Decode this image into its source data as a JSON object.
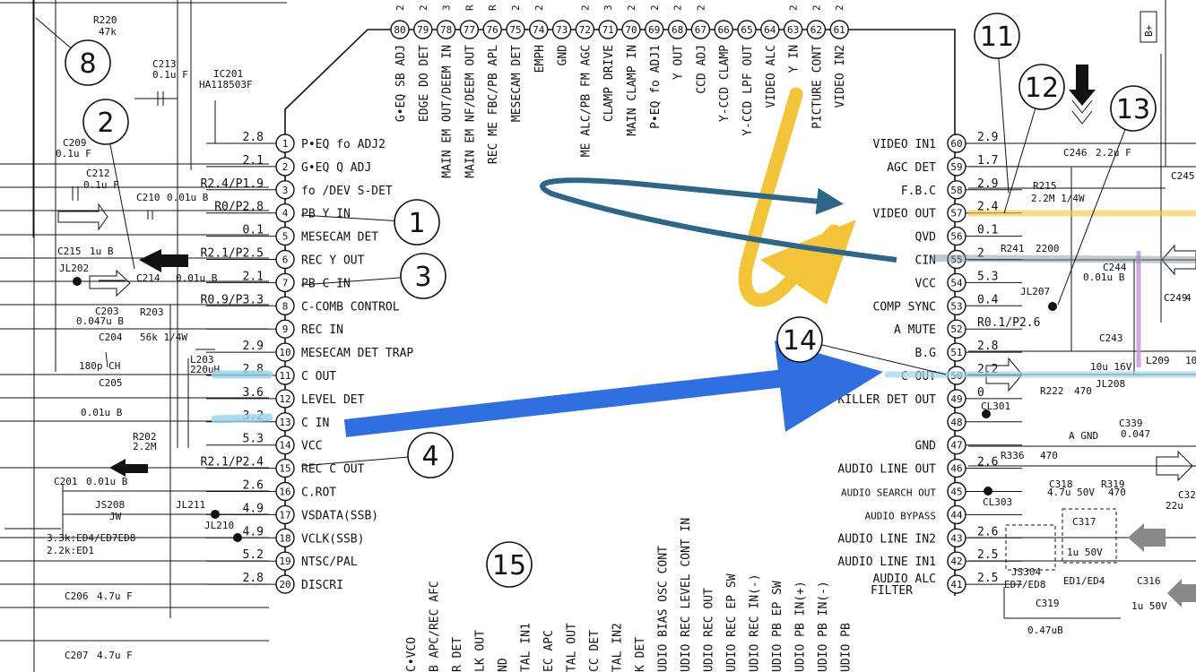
{
  "ic": {
    "ref": "IC201",
    "part": "HA118503F",
    "left_pins": [
      {
        "num": "1",
        "volt": "2.8",
        "label": "P•EQ fo ADJ2"
      },
      {
        "num": "2",
        "volt": "2.1",
        "label": "G•EQ Q ADJ"
      },
      {
        "num": "3",
        "volt": "R2.4/P1.9",
        "label": "fo /DEV S-DET"
      },
      {
        "num": "4",
        "volt": "R0/P2.8",
        "label": "PB Y IN"
      },
      {
        "num": "5",
        "volt": "0.1",
        "label": "MESECAM DET"
      },
      {
        "num": "6",
        "volt": "R2.1/P2.5",
        "label": "REC Y OUT"
      },
      {
        "num": "7",
        "volt": "2.1",
        "label": "PB C IN"
      },
      {
        "num": "8",
        "volt": "R0.9/P3.3",
        "label": "C-COMB CONTROL"
      },
      {
        "num": "9",
        "volt": "",
        "label": "REC IN"
      },
      {
        "num": "10",
        "volt": "2.9",
        "label": "MESECAM DET TRAP"
      },
      {
        "num": "11",
        "volt": "2.8",
        "label": "C OUT"
      },
      {
        "num": "12",
        "volt": "3.6",
        "label": "LEVEL DET"
      },
      {
        "num": "13",
        "volt": "3.2",
        "label": "C IN"
      },
      {
        "num": "14",
        "volt": "5.3",
        "label": "VCC"
      },
      {
        "num": "15",
        "volt": "R2.1/P2.4",
        "label": "REC C OUT"
      },
      {
        "num": "16",
        "volt": "2.6",
        "label": "C.ROT"
      },
      {
        "num": "17",
        "volt": "4.9",
        "label": "VSDATA(SSB)"
      },
      {
        "num": "18",
        "volt": "4.9",
        "label": "VCLK(SSB)"
      },
      {
        "num": "19",
        "volt": "5.2",
        "label": "NTSC/PAL"
      },
      {
        "num": "20",
        "volt": "2.8",
        "label": "DISCRI"
      }
    ],
    "right_pins": [
      {
        "num": "60",
        "volt": "2.9",
        "label": "VIDEO IN1"
      },
      {
        "num": "59",
        "volt": "1.7",
        "label": "AGC DET"
      },
      {
        "num": "58",
        "volt": "2.9",
        "label": "F.B.C"
      },
      {
        "num": "57",
        "volt": "2.4",
        "label": "VIDEO OUT"
      },
      {
        "num": "56",
        "volt": "0.1",
        "label": "QVD"
      },
      {
        "num": "55",
        "volt": "2",
        "label": "CIN"
      },
      {
        "num": "54",
        "volt": "5.3",
        "label": "VCC"
      },
      {
        "num": "53",
        "volt": "0.4",
        "label": "COMP SYNC"
      },
      {
        "num": "52",
        "volt": "R0.1/P2.6",
        "label": "A MUTE"
      },
      {
        "num": "51",
        "volt": "2.8",
        "label": "B.G"
      },
      {
        "num": "50",
        "volt": "2.2",
        "label": "C OUT"
      },
      {
        "num": "49",
        "volt": "0",
        "label": "KILLER DET OUT"
      },
      {
        "num": "48",
        "volt": "",
        "label": ""
      },
      {
        "num": "47",
        "volt": "",
        "label": "GND"
      },
      {
        "num": "46",
        "volt": "2.6",
        "label": "AUDIO LINE OUT"
      },
      {
        "num": "45",
        "volt": "",
        "label": "AUDIO SEARCH OUT"
      },
      {
        "num": "44",
        "volt": "",
        "label": "AUDIO BYPASS"
      },
      {
        "num": "43",
        "volt": "2.6",
        "label": "AUDIO LINE IN2"
      },
      {
        "num": "42",
        "volt": "2.5",
        "label": "AUDIO LINE IN1"
      },
      {
        "num": "41",
        "volt": "2.5",
        "label": "AUDIO ALC FILTER"
      }
    ],
    "top_pins": [
      {
        "num": "80",
        "label": "G•EQ SB ADJ",
        "volt": "2"
      },
      {
        "num": "79",
        "label": "EDGE DO DET",
        "volt": "2"
      },
      {
        "num": "78",
        "label": "MAIN EM OUT/DEEM IN",
        "volt": "3"
      },
      {
        "num": "77",
        "label": "MAIN EM NF/DEEM OUT",
        "volt": "R"
      },
      {
        "num": "76",
        "label": "REC ME FBC/PB APL",
        "volt": "R"
      },
      {
        "num": "75",
        "label": "MESECAM DET",
        "volt": "2"
      },
      {
        "num": "74",
        "label": "EMPH",
        "volt": "2"
      },
      {
        "num": "73",
        "label": "GND",
        "volt": ""
      },
      {
        "num": "72",
        "label": "ME ALC/PB FM AGC",
        "volt": "2"
      },
      {
        "num": "71",
        "label": "CLAMP DRIVE",
        "volt": "3"
      },
      {
        "num": "70",
        "label": "MAIN CLAMP IN",
        "volt": "2"
      },
      {
        "num": "69",
        "label": "P•EQ fo ADJ1",
        "volt": "2"
      },
      {
        "num": "68",
        "label": "Y OUT",
        "volt": "2"
      },
      {
        "num": "67",
        "label": "CCD ADJ",
        "volt": "2"
      },
      {
        "num": "66",
        "label": "Y-CCD CLAMP",
        "volt": ""
      },
      {
        "num": "65",
        "label": "Y-CCD LPF OUT",
        "volt": ""
      },
      {
        "num": "64",
        "label": "VIDEO ALC",
        "volt": ""
      },
      {
        "num": "63",
        "label": "Y IN",
        "volt": "2"
      },
      {
        "num": "62",
        "label": "PICTURE CONT",
        "volt": "2"
      },
      {
        "num": "61",
        "label": "VIDEO IN2",
        "volt": "2"
      }
    ],
    "bottom_labels": [
      "C•VCO",
      "B APC/REC AFC",
      "R DET",
      "LK OUT",
      "ND",
      "TAL IN1",
      "EC APC",
      "TAL OUT",
      "CC DET",
      "TAL IN2",
      "K DET",
      "UDIO BIAS OSC CONT",
      "UDIO REC LEVEL CONT IN",
      "UDIO REC OUT",
      "UDIO REC EP SW",
      "UDIO REC IN(-)",
      "UDIO PB EP SW",
      "UDIO PB IN(+)",
      "UDIO PB IN(-)",
      "UDIO PB"
    ]
  },
  "callouts": [
    {
      "num": "1"
    },
    {
      "num": "2"
    },
    {
      "num": "3"
    },
    {
      "num": "4"
    },
    {
      "num": "8"
    },
    {
      "num": "11"
    },
    {
      "num": "12"
    },
    {
      "num": "13"
    },
    {
      "num": "14"
    },
    {
      "num": "15"
    }
  ],
  "components": [
    {
      "ref": "R220",
      "value": "47k"
    },
    {
      "ref": "C213",
      "value": "0.1u F"
    },
    {
      "ref": "C209",
      "value": "0.1u F"
    },
    {
      "ref": "C212",
      "value": "0.1u F"
    },
    {
      "ref": "C210",
      "value": "0.01u B"
    },
    {
      "ref": "C215",
      "value": "1u B"
    },
    {
      "ref": "JL202",
      "value": ""
    },
    {
      "ref": "C214",
      "value": "0.01u B"
    },
    {
      "ref": "C203",
      "value": "0.047u B"
    },
    {
      "ref": "R203",
      "value": "56k 1/4W"
    },
    {
      "ref": "C204",
      "value": "180p CH"
    },
    {
      "ref": "L203",
      "value": "220uH"
    },
    {
      "ref": "C205",
      "value": "0.01u B"
    },
    {
      "ref": "R202",
      "value": "2.2M"
    },
    {
      "ref": "C201",
      "value": "0.01u B"
    },
    {
      "ref": "JS208",
      "value": "JW"
    },
    {
      "ref": "JL211",
      "value": ""
    },
    {
      "ref": "JL210",
      "value": ""
    },
    {
      "ref": "C206",
      "value": "4.7u F"
    },
    {
      "ref": "C207",
      "value": "4.7u F"
    },
    {
      "ref": "C246",
      "value": "2.2u F"
    },
    {
      "ref": "R215",
      "value": "2.2M 1/4W"
    },
    {
      "ref": "R241",
      "value": "2200"
    },
    {
      "ref": "C244",
      "value": "0.01u B"
    },
    {
      "ref": "JL207",
      "value": ""
    },
    {
      "ref": "C243",
      "value": "10u 16V"
    },
    {
      "ref": "R222",
      "value": "470"
    },
    {
      "ref": "JL208",
      "value": ""
    },
    {
      "ref": "L209",
      "value": "10"
    },
    {
      "ref": "CL301",
      "value": ""
    },
    {
      "ref": "C339",
      "value": "0.047"
    },
    {
      "ref": "R336",
      "value": "470"
    },
    {
      "ref": "C318",
      "value": "4.7u 50V"
    },
    {
      "ref": "R319",
      "value": "470"
    },
    {
      "ref": "CL303",
      "value": ""
    },
    {
      "ref": "C317",
      "value": "1u 50V"
    },
    {
      "ref": "C316",
      "value": "1u 50V"
    },
    {
      "ref": "JS304",
      "value": ""
    },
    {
      "ref": "C319",
      "value": "0.47uB"
    },
    {
      "ref": "C245",
      "value": ""
    },
    {
      "ref": "C249",
      "value": "4"
    },
    {
      "ref": "C32",
      "value": "22u"
    }
  ],
  "texts": {
    "variant_a": "3.3k:ED4/ED7ED8",
    "variant_b": "2.2k:ED1",
    "ed7_ed8": "ED7/ED8",
    "ed1_ed4": "ED1/ED4",
    "a_gnd": "A GND",
    "b_plus": "B+"
  },
  "colors": {
    "highlight_yellow": "#f3c43a",
    "arrow_blue": "#2f6fe0",
    "arrow_teal": "#2d6686",
    "highlight_cyan": "#9fd4ec",
    "highlight_purple": "#c59ae0",
    "ink": "#111111"
  }
}
